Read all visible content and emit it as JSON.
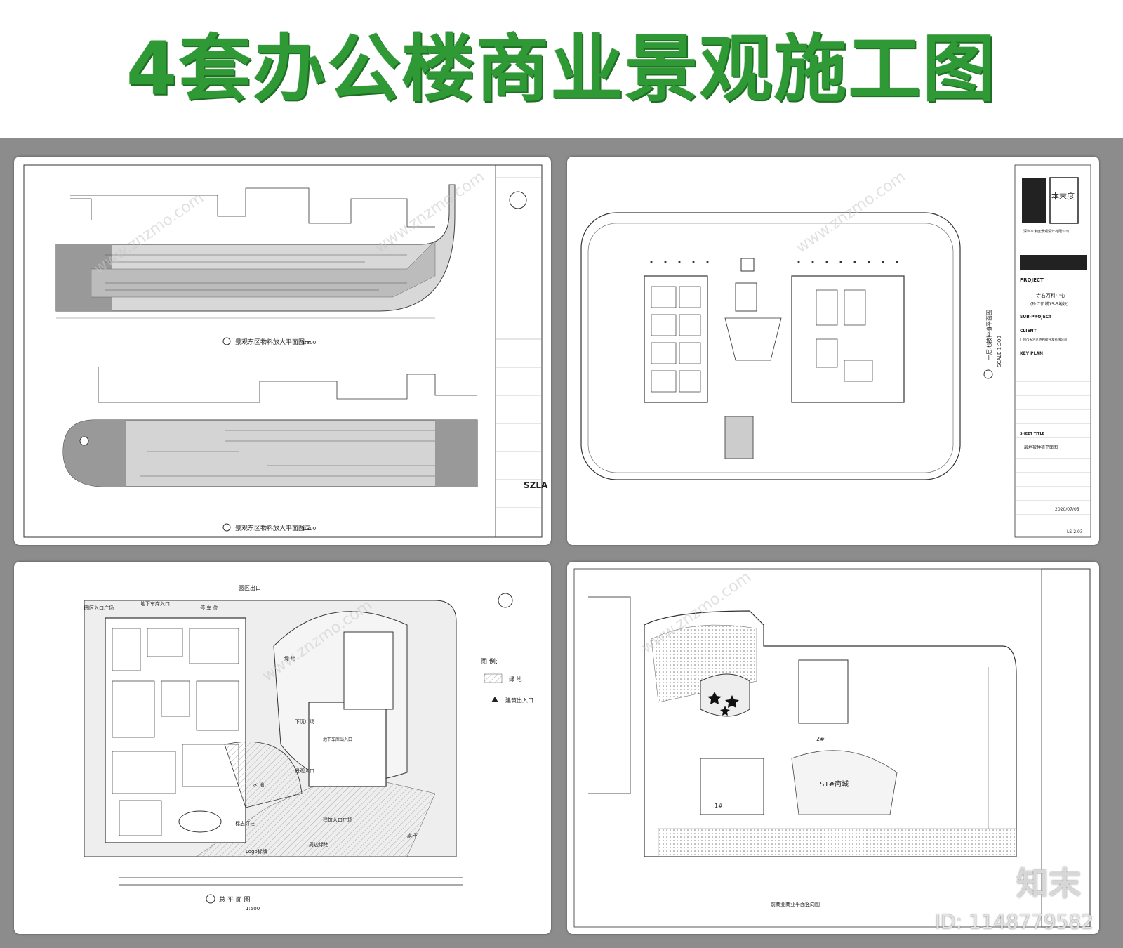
{
  "title": "4套办公楼商业景观施工图",
  "watermark": {
    "site": "www.znzmo.com",
    "brand": "知末",
    "id": "ID: 1148779582"
  },
  "colors": {
    "title_green": "#2f9a35",
    "frame_gray": "#8c8c8c",
    "hatch": "#999999"
  },
  "panel1": {
    "plan1_caption": "景观东区物料放大平面图一",
    "plan2_caption": "景观东区物料放大平面图二",
    "scale": "1:300",
    "stamp": "SZLA"
  },
  "panel2": {
    "logo": "本末度",
    "company": "深圳本末度景观设计有限公司",
    "project_label": "PROJECT",
    "project_name": "寺右万科中心",
    "project_sub": "(珠江新城15-5地块)",
    "subproject_label": "SUB-PROJECT",
    "client_label": "CLIENT",
    "client_name": "广州市天河区寺右街开发有限公司",
    "keyplan_label": "KEY PLAN",
    "sheet_title_label": "SHEET TITLE",
    "sheet_title": "一层地被种植平面图",
    "side_label": "一层地被种植平面图",
    "scale": "SCALE 1:300",
    "date": "2020/07/05",
    "sheet_no": "LS-2.03"
  },
  "panel3": {
    "legend_title": "图 例:",
    "legend_green": "绿 地",
    "legend_entry": "建筑出入口",
    "caption": "总 平 面 图",
    "scale": "1:500",
    "labels": [
      "园区出口",
      "园区入口广场",
      "地下车库入口",
      "停 车 位",
      "绿 地",
      "下沉广场",
      "水 池",
      "景观入口",
      "标志灯柱",
      "建筑入口广场",
      "Logo标牌",
      "周边绿地",
      "旗杆",
      "地下车库出入口"
    ]
  },
  "panel4": {
    "labels": [
      "S1#商城",
      "2#",
      "1#"
    ],
    "caption": "前商业商业平面竖向图"
  }
}
